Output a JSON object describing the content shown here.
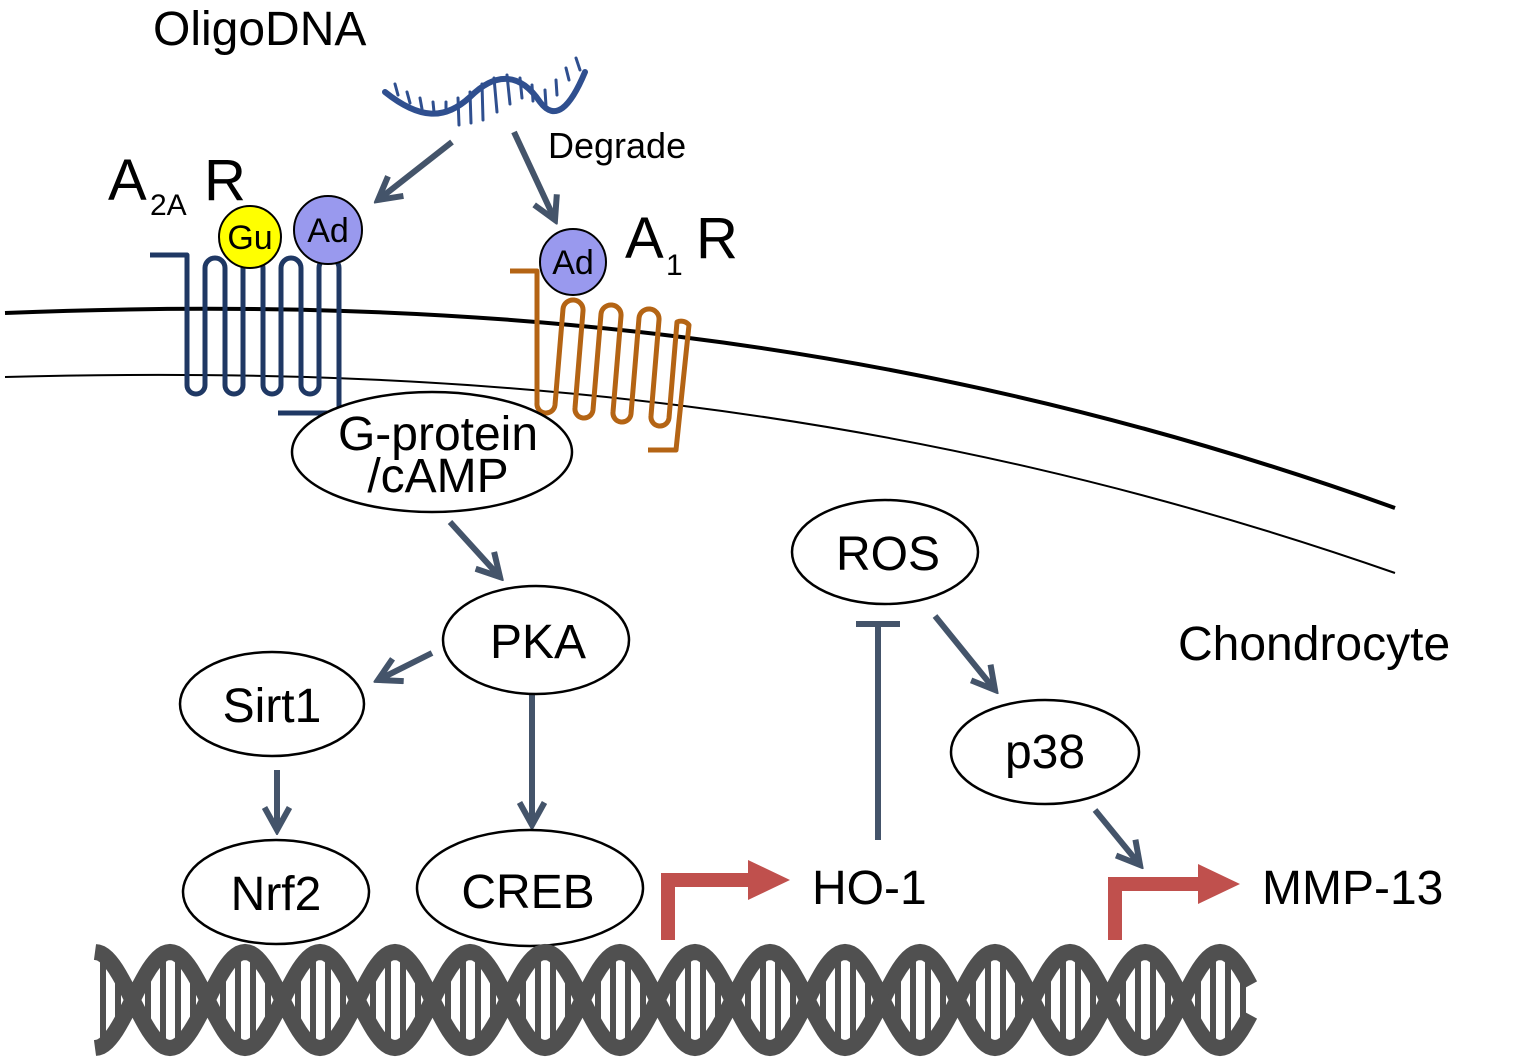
{
  "labels": {
    "oligo": "OligoDNA",
    "degrade": "Degrade",
    "a2ar_main": "A",
    "a2ar_sub": "2A",
    "a2ar_r": "R",
    "a1r_main": "A",
    "a1r_sub": "1",
    "a1r_r": "R",
    "chondrocyte": "Chondrocyte"
  },
  "ligands": {
    "gu": "Gu",
    "ad_a2ar": "Ad",
    "ad_a1r": "Ad"
  },
  "nodes": {
    "gprotein_line1": "G-protein",
    "gprotein_line2": "/cAMP",
    "pka": "PKA",
    "sirt1": "Sirt1",
    "nrf2": "Nrf2",
    "creb": "CREB",
    "ros": "ROS",
    "p38": "p38"
  },
  "genes": {
    "ho1": "HO-1",
    "mmp13": "MMP-13"
  },
  "colors": {
    "arrow": "#44546a",
    "a2ar_receptor": "#1f3864",
    "a1r_receptor": "#b46414",
    "gu": "#ffff00",
    "ad": "#9999ee",
    "transcription_arrow": "#c0504d",
    "dna": "#505050",
    "oligo_dna": "#2f4f8f"
  }
}
